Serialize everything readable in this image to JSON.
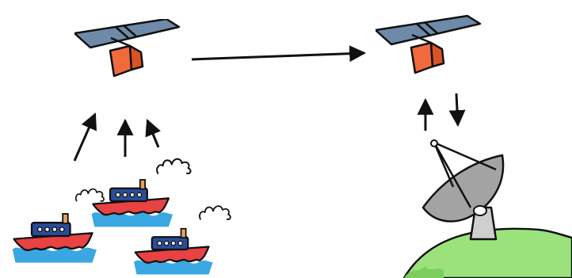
{
  "diagram": {
    "nodes": [
      {
        "id": "satellite-left",
        "icon": "satellite-icon"
      },
      {
        "id": "satellite-right",
        "icon": "satellite-icon"
      },
      {
        "id": "ship-top",
        "icon": "ship-icon"
      },
      {
        "id": "ship-left",
        "icon": "ship-icon"
      },
      {
        "id": "ship-right",
        "icon": "ship-icon"
      },
      {
        "id": "ground-station",
        "icon": "satellite-dish-icon"
      }
    ],
    "edges": [
      {
        "from": "ship-left",
        "to": "satellite-left"
      },
      {
        "from": "ship-top",
        "to": "satellite-left"
      },
      {
        "from": "ship-right",
        "to": "satellite-left"
      },
      {
        "from": "satellite-left",
        "to": "satellite-right"
      },
      {
        "from": "ground-station",
        "to": "satellite-right"
      },
      {
        "from": "satellite-right",
        "to": "ground-station"
      }
    ],
    "colors": {
      "panel": "#6e8aa8",
      "satellite_body": "#f06a3c",
      "hull": "#e84242",
      "cabin": "#2a4d9a",
      "water": "#3aa7e3",
      "dish": "#a3a3a3",
      "hill": "#9be27d",
      "outline": "#111111"
    }
  }
}
